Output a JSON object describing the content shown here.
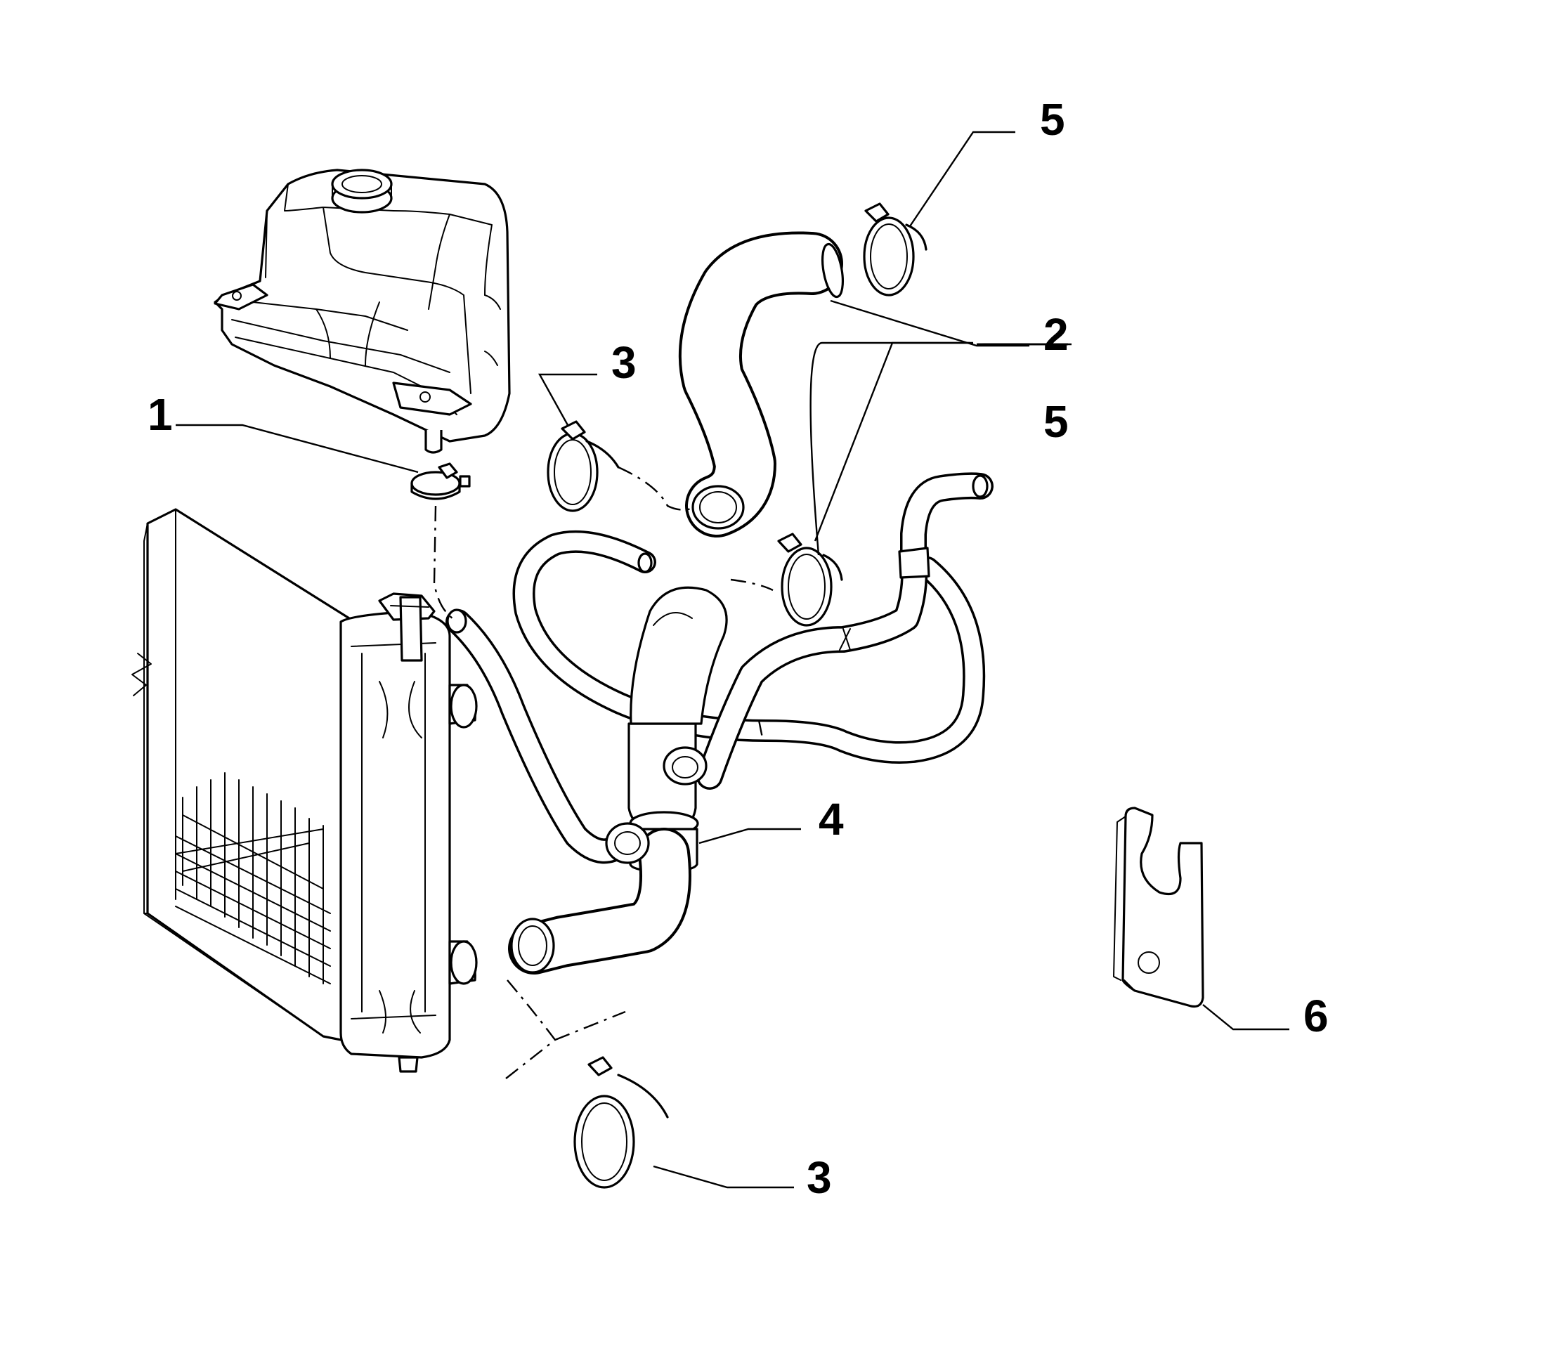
{
  "parts": [
    {
      "id": "p1",
      "number": "1",
      "part": "tank-clamp"
    },
    {
      "id": "p2",
      "number": "2",
      "part": "upper-radiator-hose"
    },
    {
      "id": "p3a",
      "number": "3",
      "part": "clamp-upper"
    },
    {
      "id": "p3b",
      "number": "3",
      "part": "clamp-lower"
    },
    {
      "id": "p4",
      "number": "4",
      "part": "lower-hose-assembly"
    },
    {
      "id": "p5a",
      "number": "5",
      "part": "clamp-top"
    },
    {
      "id": "p5b",
      "number": "5",
      "part": "clamp-middle"
    },
    {
      "id": "p6",
      "number": "6",
      "part": "mounting-bracket"
    }
  ],
  "colors": {
    "line": "#000000",
    "background": "#ffffff"
  }
}
